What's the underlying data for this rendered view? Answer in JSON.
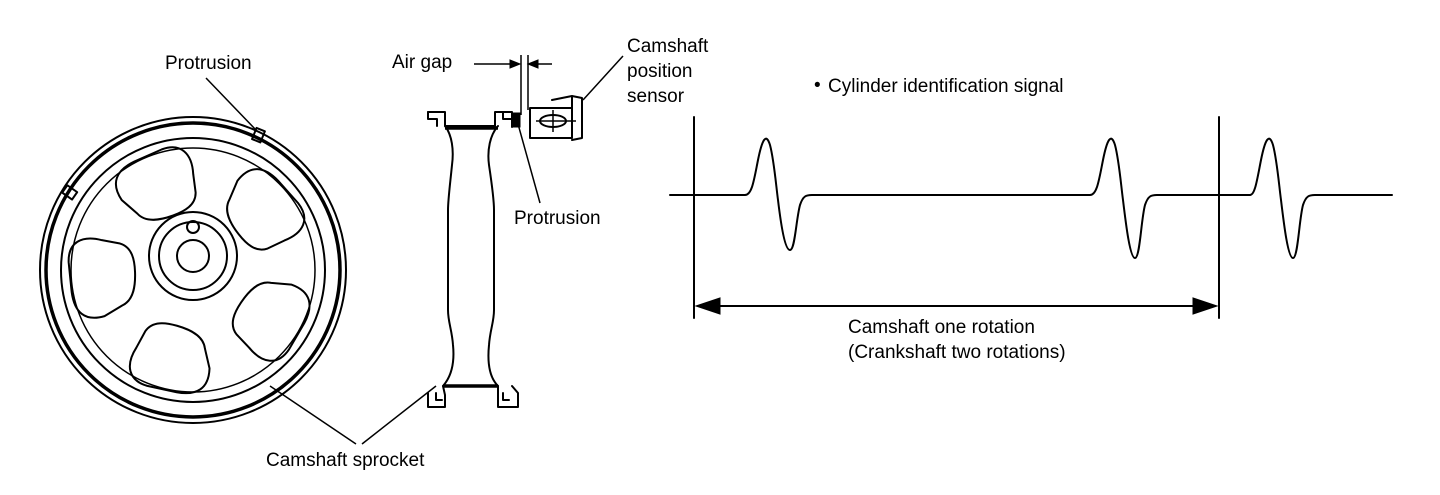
{
  "labels": {
    "protrusion_top": "Protrusion",
    "air_gap": "Air gap",
    "sensor_line1": "Camshaft",
    "sensor_line2": "position",
    "sensor_line3": "sensor",
    "protrusion_side": "Protrusion",
    "camshaft_sprocket": "Camshaft sprocket",
    "signal_title": "Cylinder identification signal",
    "rotation_line1": "Camshaft one rotation",
    "rotation_line2": "(Crankshaft two rotations)"
  },
  "signal": {
    "bullet": "•"
  }
}
